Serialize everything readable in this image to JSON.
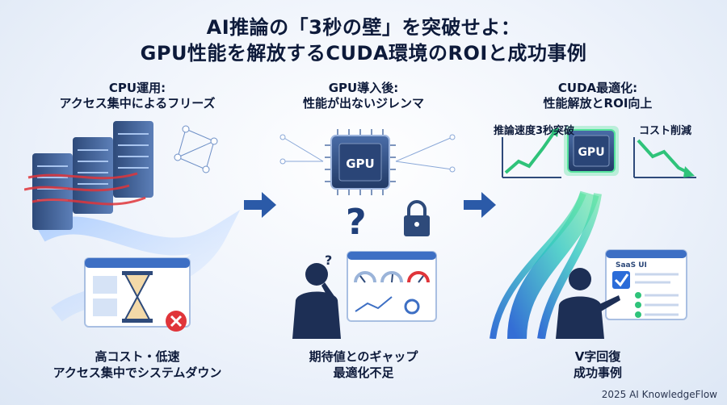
{
  "title": {
    "line1": "AI推論の「3秒の壁」を突破せよ：",
    "line2": "GPU性能を解放するCUDA環境のROIと成功事例"
  },
  "panels": [
    {
      "head_line1": "CPU運用:",
      "head_line2": "アクセス集中によるフリーズ",
      "foot_line1": "高コスト・低速",
      "foot_line2": "アクセス集中でシステムダウン"
    },
    {
      "head_line1": "GPU導入後:",
      "head_line2": "性能が出ないジレンマ",
      "chip_label": "GPU",
      "foot_line1": "期待値とのギャップ",
      "foot_line2": "最適化不足"
    },
    {
      "head_line1": "CUDA最適化:",
      "head_line2": "性能解放とROI向上",
      "chip_label": "GPU",
      "speed_label": "推論速度3秒突破",
      "cost_label": "コスト削減",
      "saas_label": "SaaS UI",
      "foot_line1": "V字回復",
      "foot_line2": "成功事例"
    }
  ],
  "footer": "2025 AI KnowledgeFlow",
  "colors": {
    "navy": "#0d1a3a",
    "accent_blue": "#2b6cd8",
    "green": "#2fc37a",
    "red": "#e0353a"
  }
}
